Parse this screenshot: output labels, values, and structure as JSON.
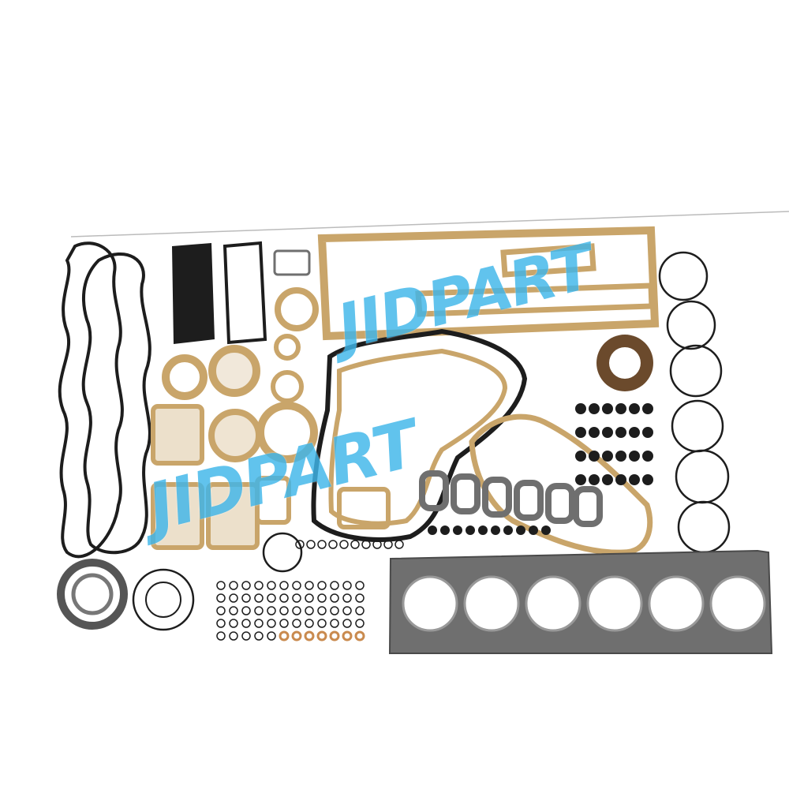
{
  "watermark": {
    "text": "JIDPART",
    "color": "#3fb6ea"
  },
  "colors": {
    "fiber": "#c9a56a",
    "fiber_edge": "#9c7a44",
    "rubber": "#1d1d1d",
    "steel": "#6f6f6f",
    "copper": "#c98a4e",
    "background": "#ffffff"
  },
  "items": {
    "head_gasket_cylinders": 6,
    "oil_pan_gasket": 1,
    "valve_cover_gaskets": 2,
    "large_o_rings": 6,
    "valve_stem_seals": 24,
    "exhaust_manifold_gaskets": 6
  }
}
